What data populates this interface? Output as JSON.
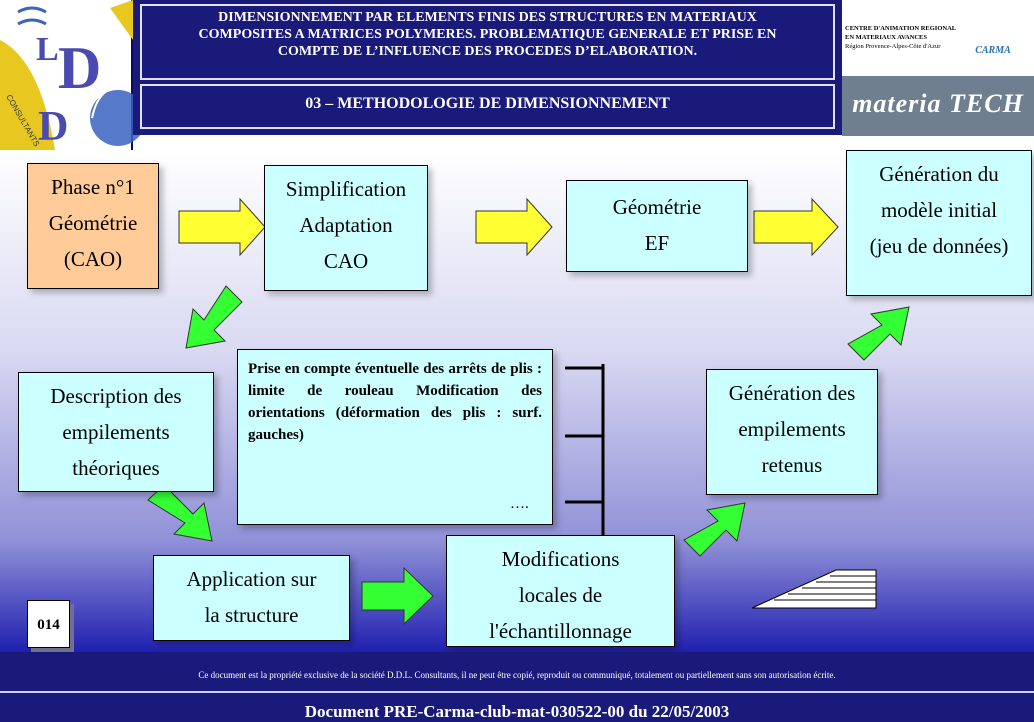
{
  "header": {
    "main_title_line1": "DIMENSIONNEMENT PAR ELEMENTS FINIS DES STRUCTURES EN MATERIAUX",
    "main_title_line2": "COMPOSITES A MATRICES POLYMERES. PROBLEMATIQUE GENERALE ET PRISE EN",
    "main_title_line3": "COMPTE DE L’INFLUENCE DES PROCEDES D’ELABORATION.",
    "section_title": "03 – METHODOLOGIE DE DIMENSIONNEMENT",
    "logo_left_letters": "DDL",
    "logo_left_arc_text": "CONSULTANTS",
    "logo_right_line1": "CENTRE D'ANIMATION REGIONAL",
    "logo_right_line2": "EN MATERIAUX AVANCES",
    "logo_right_line3": "Région Provence-Alpes-Côte d'Azur",
    "carma_logo_text": "CARMA",
    "materiatech_logo_text": "materia TECH"
  },
  "flow": {
    "phase1": [
      "Phase n°1",
      "Géométrie",
      "(CAO)"
    ],
    "simplification": [
      "Simplification",
      "Adaptation",
      "CAO"
    ],
    "geometrie_ef": [
      "Géométrie",
      "EF"
    ],
    "generation_modele": [
      "Génération du",
      "modèle initial",
      "(jeu de données)"
    ],
    "description": [
      "Description des",
      "empilements",
      "théoriques"
    ],
    "prise_compte_text": "Prise en compte éventuelle des arrêts de plis : limite de rouleau Modification des orientations (déformation des plis : surf. gauches)",
    "prise_compte_ellipsis": "….",
    "generation_empilements": [
      "Génération des",
      "empilements",
      "retenus"
    ],
    "application": [
      "Application sur",
      "la structure"
    ],
    "modifications": [
      "Modifications",
      "locales de",
      "l'échantillonnage"
    ]
  },
  "slide_number": "014",
  "footer": {
    "copyright": "Ce document est la propriété exclusive de la société D.D.L. Consultants, il ne peut être copié, reproduit ou communiqué, totalement ou partiellement sans son autorisation écrite.",
    "document_id": "Document PRE-Carma-club-mat-030522-00 du 22/05/2003"
  },
  "colors": {
    "header_band": "#1a1a7a",
    "box_fill": "#ccffff",
    "phase_box_fill": "#ffcc99",
    "yellow_arrow": "#ffff33",
    "green_arrow": "#33ff33"
  },
  "icons": [
    "ddl-logo",
    "carma-logo",
    "materiatech-logo",
    "yellow-arrow-icon",
    "green-arrow-icon",
    "bracket-icon",
    "stacked-plies-icon"
  ]
}
